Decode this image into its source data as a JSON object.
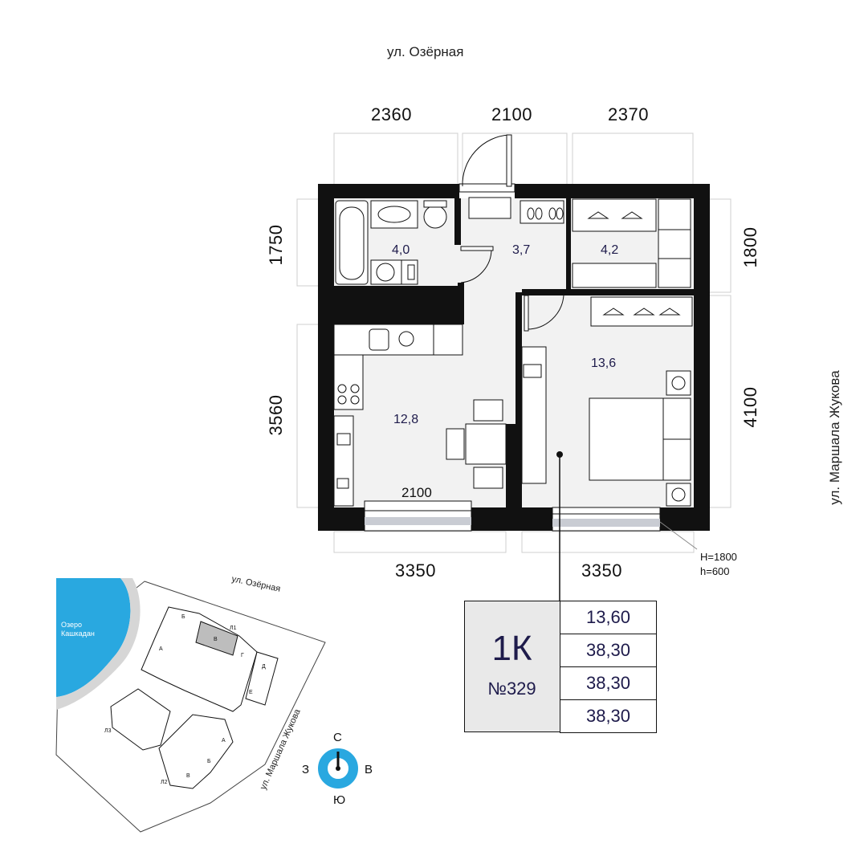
{
  "streets": {
    "top": "ул. Озёрная",
    "right": "ул. Маршала Жукова"
  },
  "dimensions": {
    "top": [
      "2360",
      "2100",
      "2370"
    ],
    "bottom": [
      "3350",
      "3350"
    ],
    "left": [
      "1750",
      "3560"
    ],
    "right": [
      "1800",
      "4100"
    ],
    "window_width": "2100"
  },
  "rooms": {
    "bathroom": "4,0",
    "hall": "3,7",
    "closet": "4,2",
    "kitchen": "12,8",
    "bedroom": "13,6"
  },
  "window_note": {
    "h_upper": "H=1800",
    "h_lower": "h=600"
  },
  "apartment": {
    "type": "1К",
    "number": "№329",
    "values": [
      "13,60",
      "38,30",
      "38,30",
      "38,30"
    ]
  },
  "site_plan": {
    "lake": "Озеро\nКашкадан",
    "lake_line1": "Озеро",
    "lake_line2": "Кашкадан",
    "street_top": "ул. Озёрная",
    "street_side": "ул. Маршала Жукова",
    "sections": [
      "Б",
      "Л1",
      "В",
      "Г",
      "Д",
      "Е",
      "А",
      "Л3",
      "А",
      "Б",
      "В",
      "Л2"
    ]
  },
  "compass": {
    "n": "С",
    "s": "Ю",
    "w": "З",
    "e": "В",
    "color": "#29a8e0"
  },
  "colors": {
    "wall": "#111111",
    "room_fill": "#f2f2f2",
    "area_text": "#1e1b4b",
    "lake": "#29a8e0"
  }
}
